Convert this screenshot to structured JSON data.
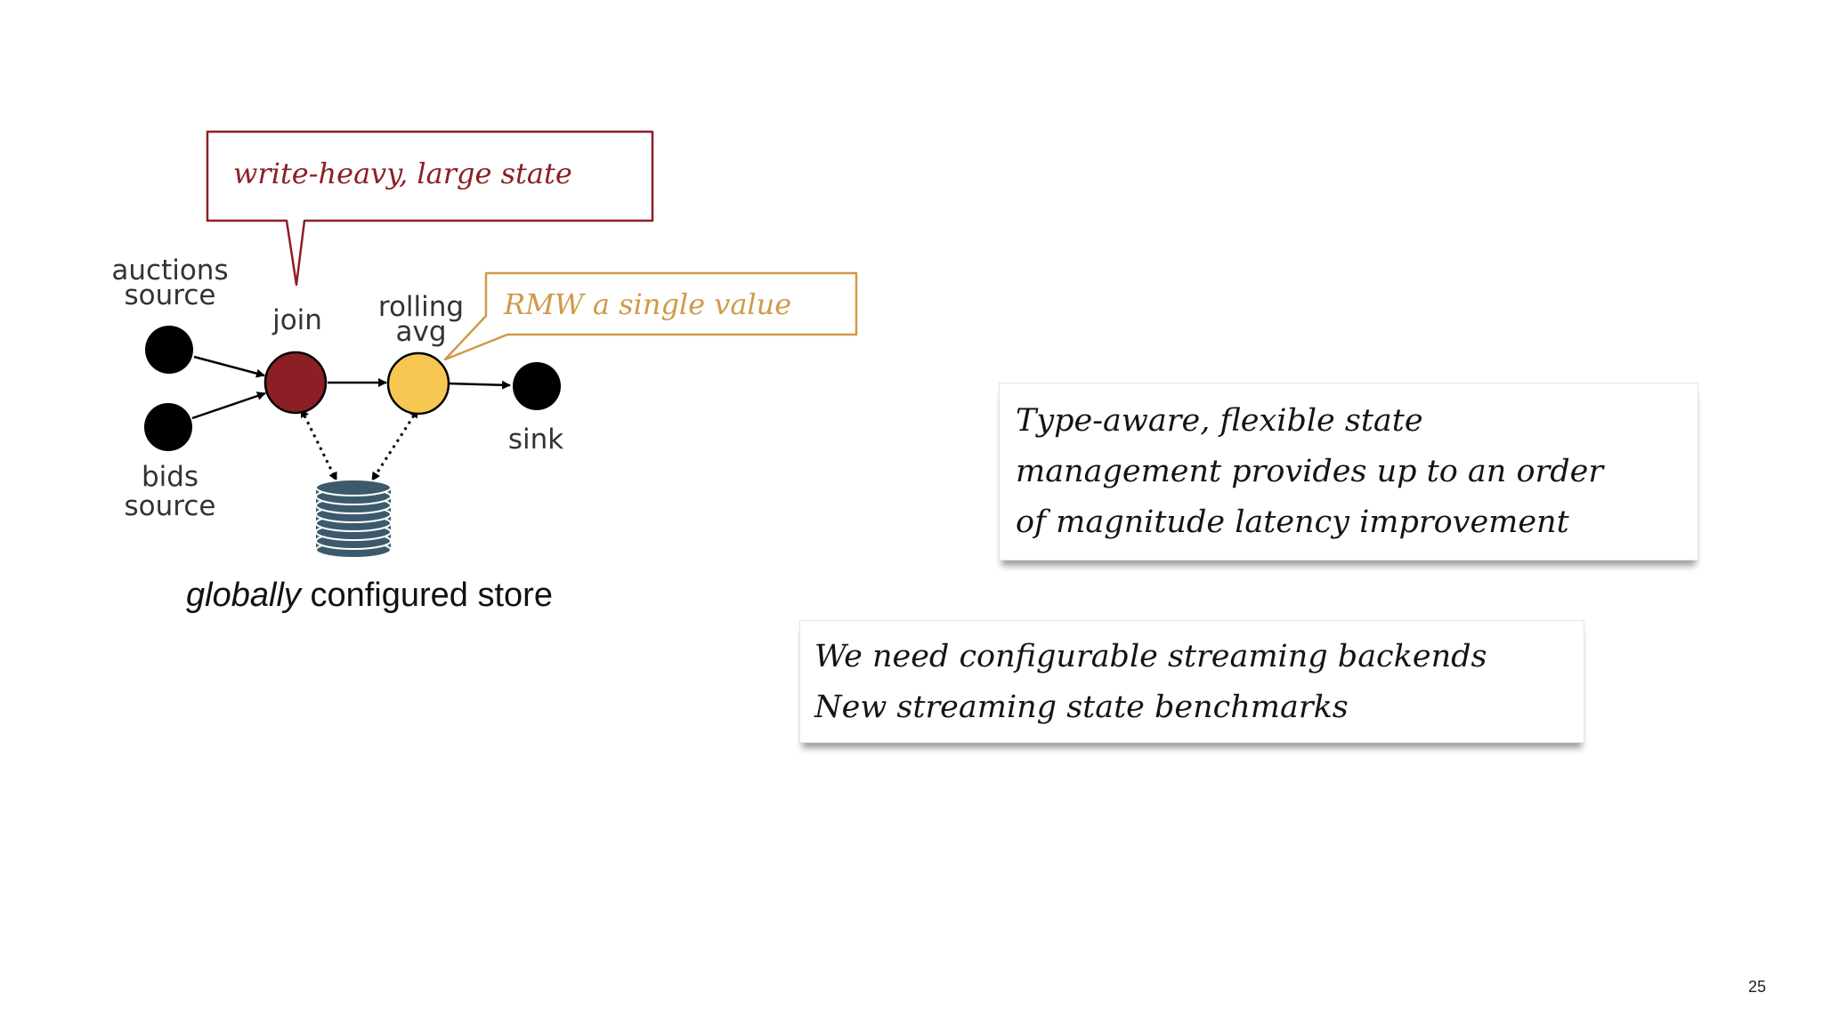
{
  "diagram": {
    "nodes": {
      "auctions_source": {
        "line1": "auctions",
        "line2": "source"
      },
      "bids_source": {
        "line1": "bids",
        "line2": "source"
      },
      "join": {
        "label": "join"
      },
      "rolling_avg": {
        "line1": "rolling",
        "line2": "avg"
      },
      "sink": {
        "label": "sink"
      }
    },
    "callouts": {
      "join_callout": "write-heavy, large state",
      "rolling_avg_callout": "RMW a single value"
    },
    "caption": {
      "emphasis": "globally",
      "rest": " configured store"
    },
    "colors": {
      "join_fill": "#8c1f25",
      "rolling_avg_fill": "#f7c752",
      "source_sink_fill": "#000000",
      "store_fill": "#3c5a6b",
      "callout_red": "#8c1f25",
      "callout_gold": "#cf9a48"
    },
    "icons": {
      "store": "database-icon"
    }
  },
  "notes": [
    {
      "lines": [
        "Type-aware, flexible state",
        "management provides up to an order",
        "of magnitude latency improvement"
      ]
    },
    {
      "lines": [
        "We need configurable streaming backends",
        "New streaming state benchmarks"
      ]
    }
  ],
  "page_number": "25"
}
